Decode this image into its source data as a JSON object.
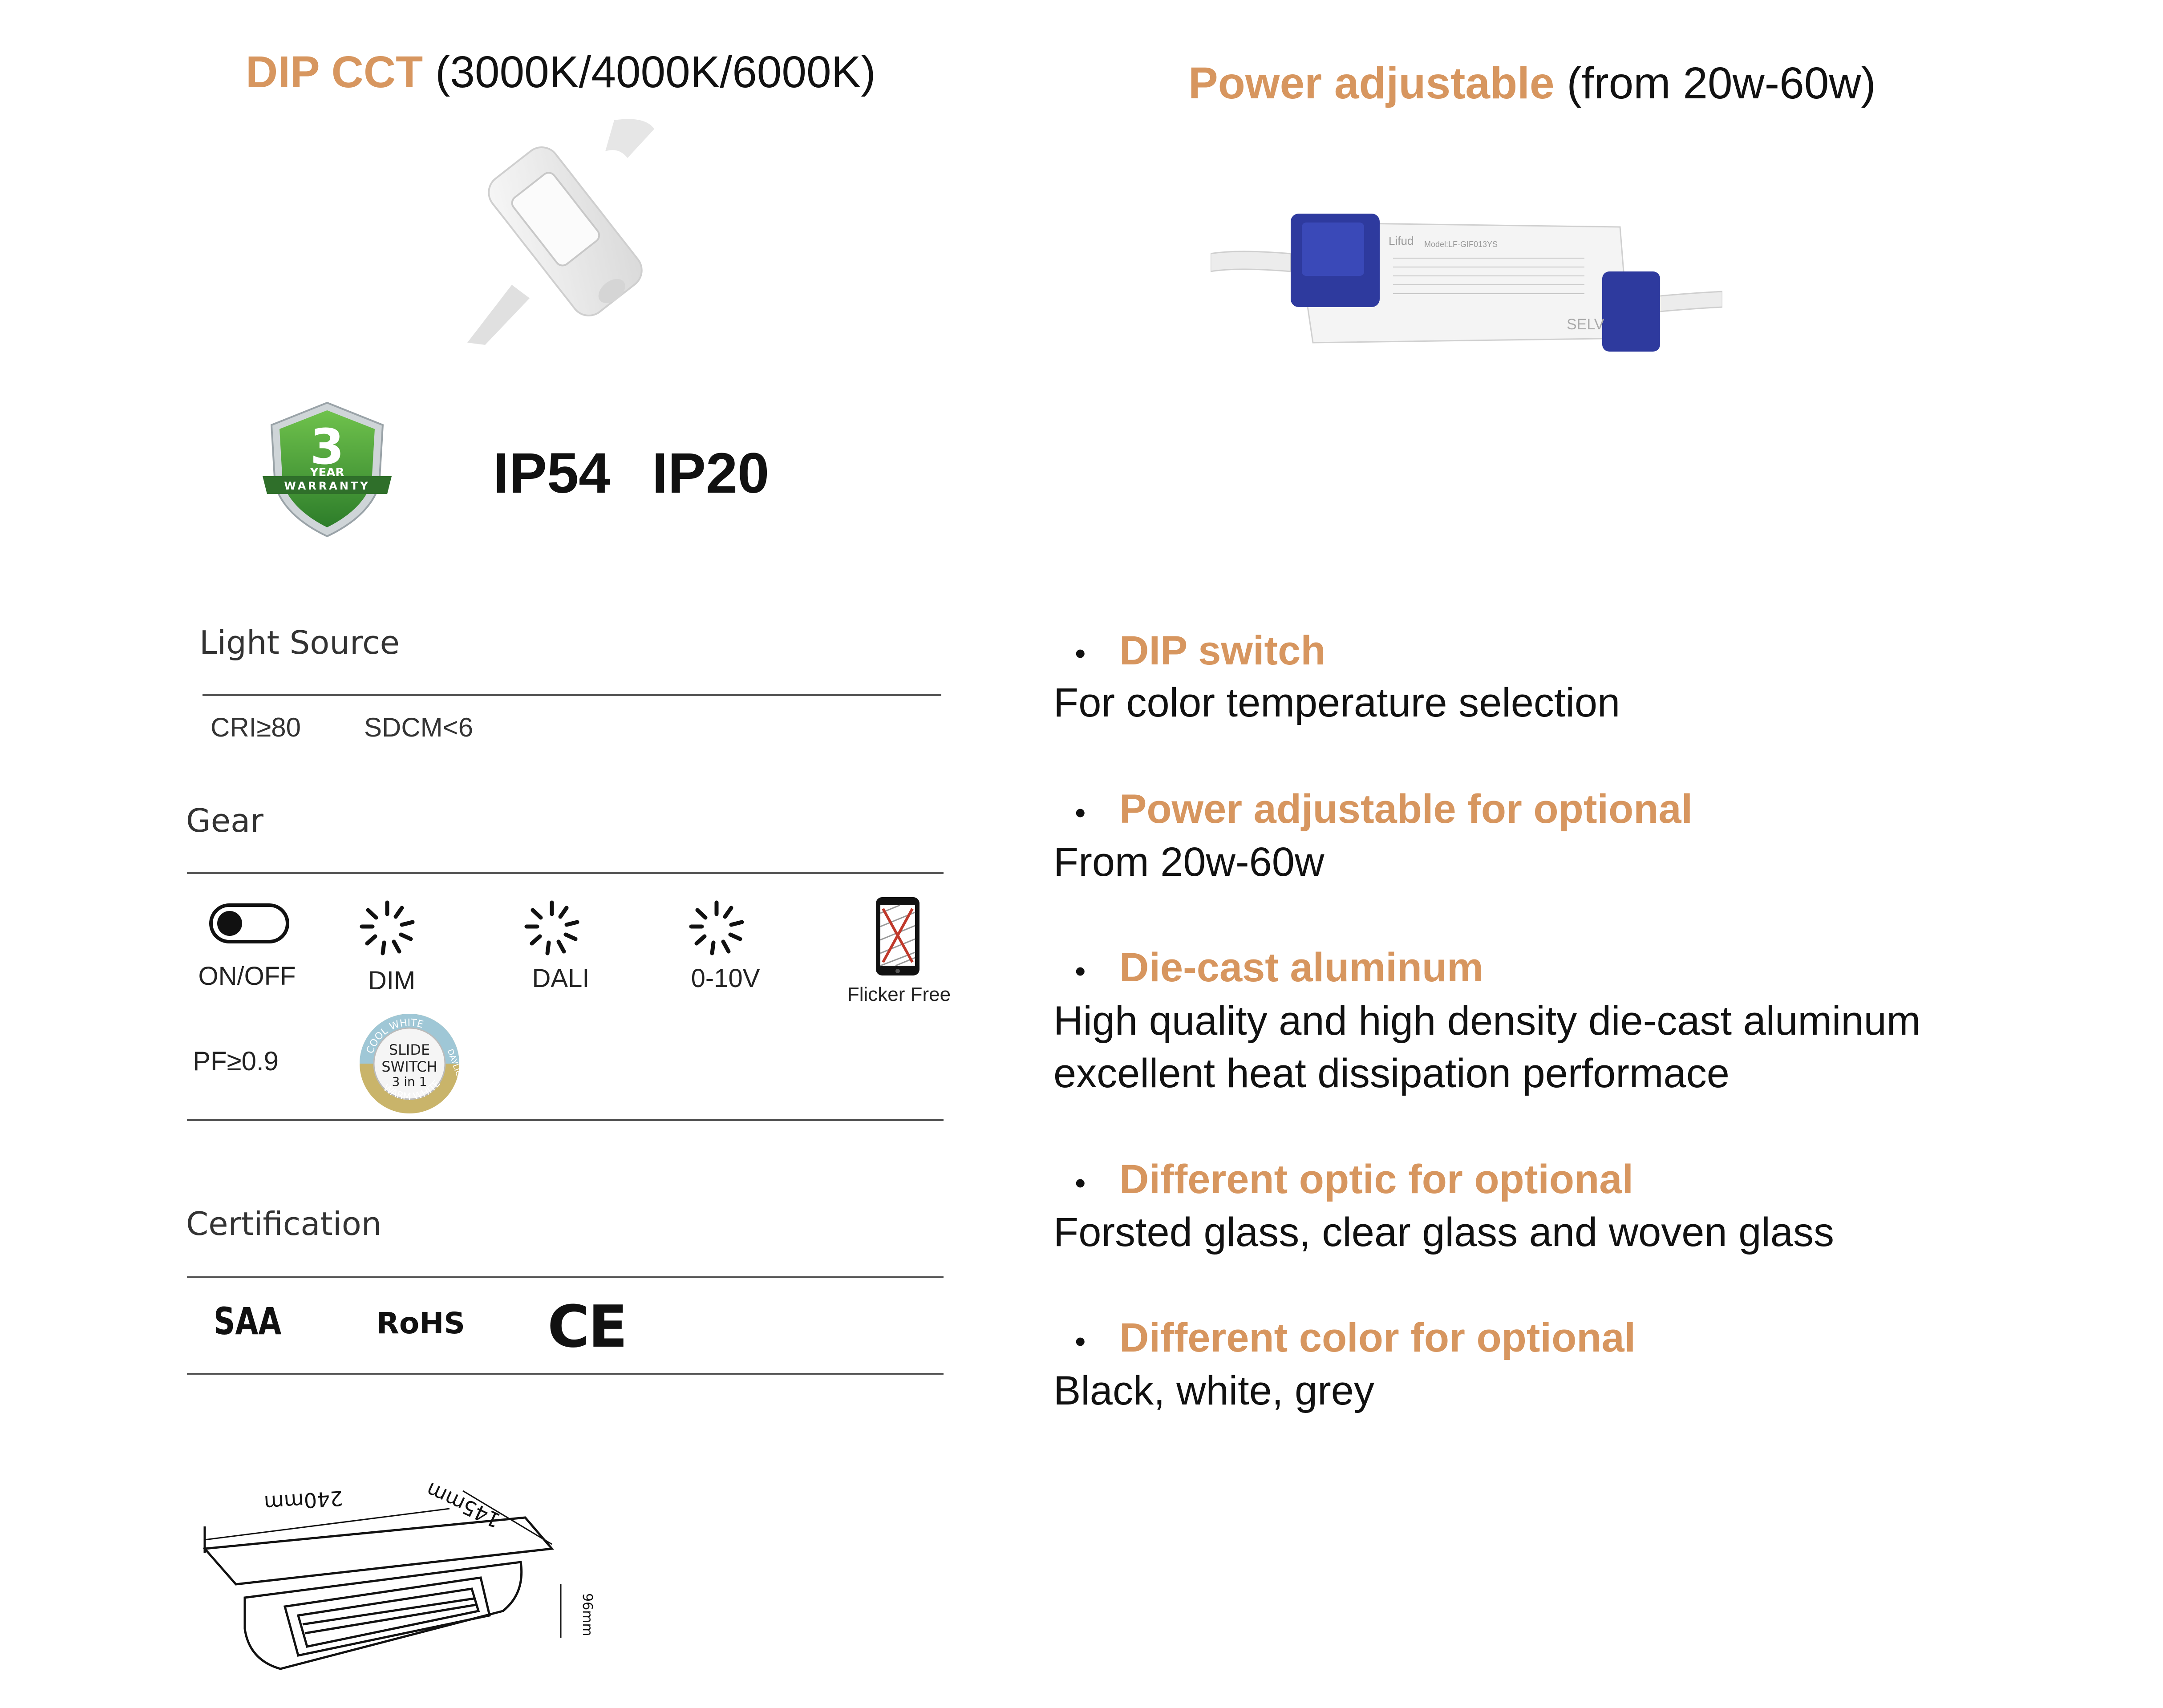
{
  "header_left": {
    "highlight": "DIP CCT",
    "rest": "(3000K/4000K/6000K)"
  },
  "header_right": {
    "highlight": "Power adjustable",
    "rest": "(from 20w-60w)"
  },
  "warranty_badge": {
    "number": "3",
    "year": "YEAR",
    "word": "WARRANTY"
  },
  "ip_ratings": [
    "IP54",
    "IP20"
  ],
  "driver_label": {
    "brand": "Lifud",
    "model": "Model:LF-GIF013YS",
    "selv": "SELV"
  },
  "light_source": {
    "title": "Light Source",
    "specs": [
      "CRI≥80",
      "SDCM<6"
    ]
  },
  "gear": {
    "title": "Gear",
    "items": [
      "ON/OFF",
      "DIM",
      "DALI",
      "0-10V",
      "Flicker Free"
    ],
    "pf": "PF≥0.9",
    "slide_switch": {
      "line1": "SLIDE",
      "line2": "SWITCH",
      "line3": "3 in 1",
      "ring_top": "COOL WHITE",
      "ring_right": "DAYLIGHT",
      "ring_bottom": "WARM WHITE"
    }
  },
  "certification": {
    "title": "Certification",
    "items": [
      "SAA",
      "RoHS",
      "CE"
    ]
  },
  "dimensions": {
    "width": "240mm",
    "depth": "145mm",
    "height": "96mm"
  },
  "features": [
    {
      "title": "DIP switch",
      "desc": [
        "For color temperature selection"
      ]
    },
    {
      "title": "Power adjustable for optional",
      "desc": [
        "From 20w-60w"
      ]
    },
    {
      "title": "Die-cast aluminum",
      "desc": [
        "High quality and high density die-cast aluminum",
        "excellent heat dissipation performace"
      ]
    },
    {
      "title": "Different optic for optional",
      "desc": [
        "Forsted glass, clear glass and woven glass"
      ]
    },
    {
      "title": "Different color for optional",
      "desc": [
        "Black, white, grey"
      ]
    }
  ],
  "colors": {
    "accent": "#D7965F",
    "driver_blue": "#2E3A9E",
    "badge_green": "#4CA534"
  }
}
